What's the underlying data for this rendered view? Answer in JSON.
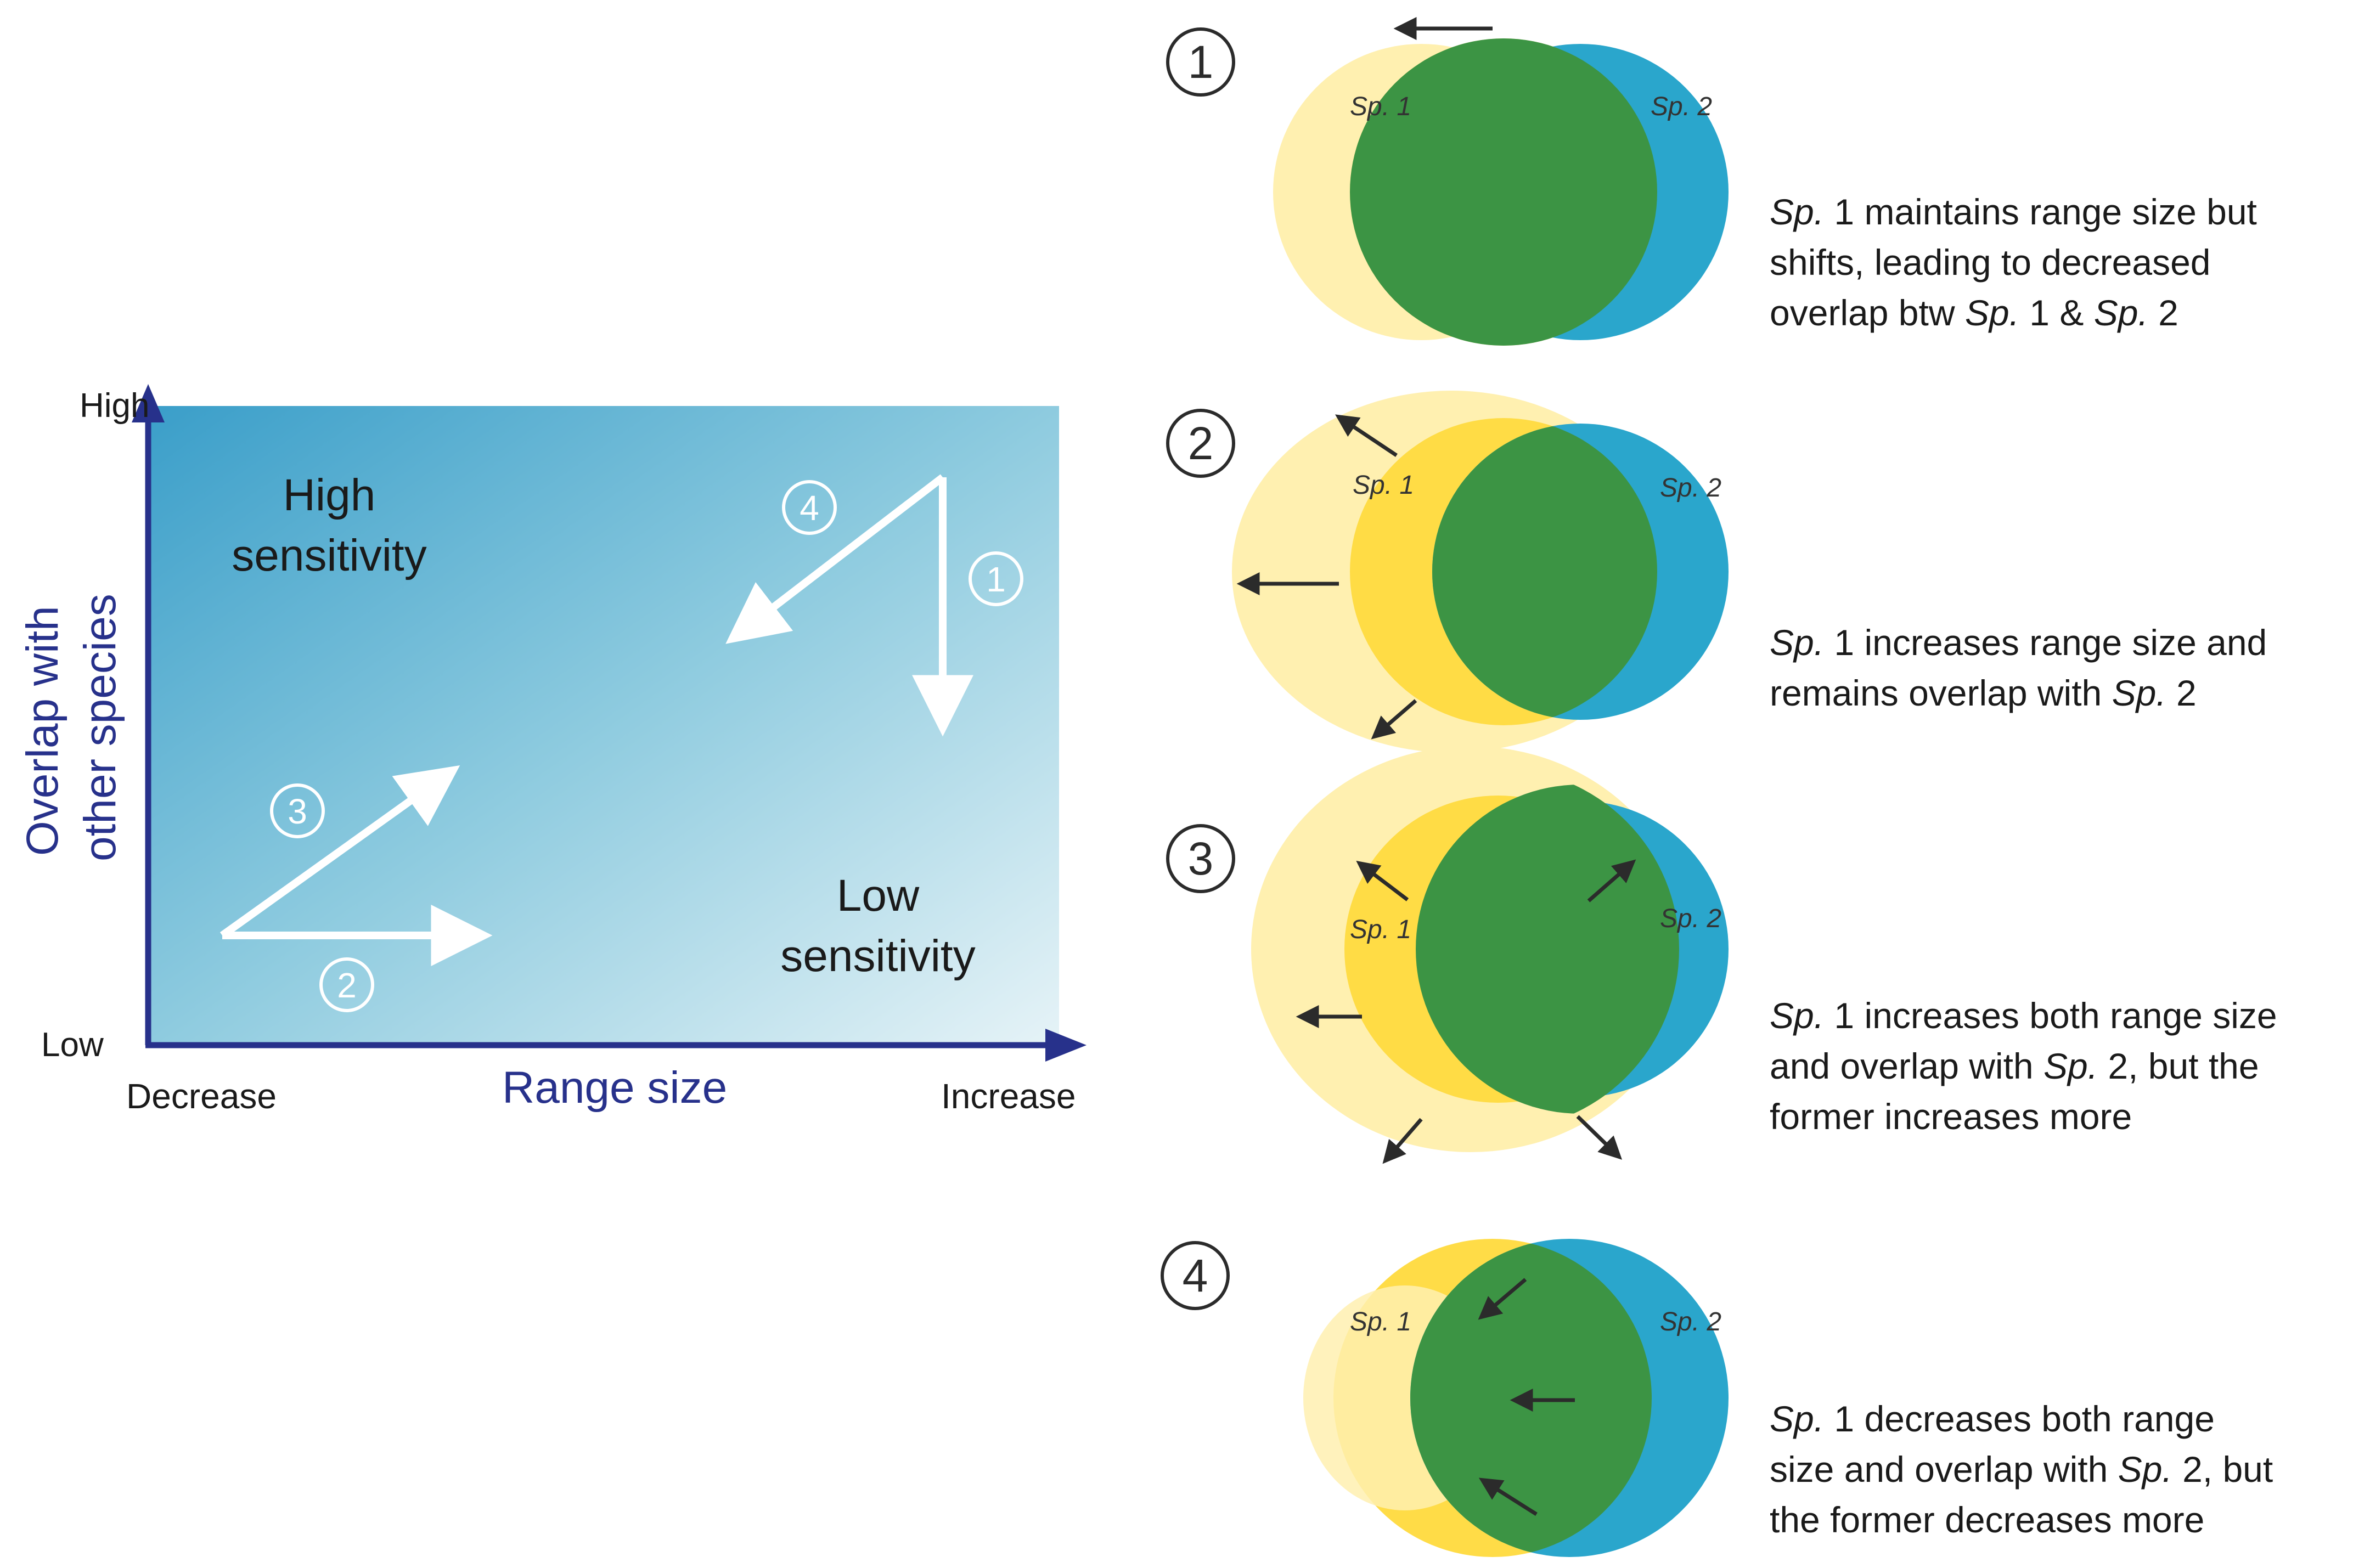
{
  "axes": {
    "x_label": "Range size",
    "y_label_line1": "Overlap with",
    "y_label_line2": "other species",
    "x_low": "Decrease",
    "x_high": "Increase",
    "y_high": "High",
    "y_low": "Low"
  },
  "regions": {
    "high_line1": "High",
    "high_line2": "sensitivity",
    "low_line1": "Low",
    "low_line2": "sensitivity"
  },
  "arrow_numbers": [
    "1",
    "2",
    "3",
    "4"
  ],
  "scenario_numbers": [
    "1",
    "2",
    "3",
    "4"
  ],
  "species": {
    "sp1": "Sp. 1",
    "sp2": "Sp. 2"
  },
  "captions": [
    {
      "lines": [
        [
          {
            "t": "Sp.",
            "i": true
          },
          {
            "t": " 1 maintains range size but"
          }
        ],
        [
          {
            "t": "shifts, leading to decreased"
          }
        ],
        [
          {
            "t": "overlap btw "
          },
          {
            "t": "Sp.",
            "i": true
          },
          {
            "t": " 1 & "
          },
          {
            "t": "Sp.",
            "i": true
          },
          {
            "t": " 2"
          }
        ]
      ]
    },
    {
      "lines": [
        [
          {
            "t": "Sp.",
            "i": true
          },
          {
            "t": " 1 increases range size and"
          }
        ],
        [
          {
            "t": "remains overlap with "
          },
          {
            "t": "Sp.",
            "i": true
          },
          {
            "t": " 2"
          }
        ]
      ]
    },
    {
      "lines": [
        [
          {
            "t": "Sp.",
            "i": true
          },
          {
            "t": " 1 increases both range size"
          }
        ],
        [
          {
            "t": "and overlap with "
          },
          {
            "t": "Sp.",
            "i": true
          },
          {
            "t": " 2, but the"
          }
        ],
        [
          {
            "t": "former increases more"
          }
        ]
      ]
    },
    {
      "lines": [
        [
          {
            "t": "Sp.",
            "i": true
          },
          {
            "t": " 1 decreases both range"
          }
        ],
        [
          {
            "t": "size and overlap with "
          },
          {
            "t": "Sp.",
            "i": true
          },
          {
            "t": " 2, but"
          }
        ],
        [
          {
            "t": "the former decreases more"
          }
        ]
      ]
    }
  ],
  "colors": {
    "axis": "#27318b",
    "gradient_dark": "#3a9ec9",
    "gradient_light": "#e6f3f7",
    "sp1_fill": "#ffd833",
    "sp1_faded": "#fff0b0",
    "sp2_fill": "#2aa6cc",
    "overlap": "#3c9444",
    "arrow": "#2b2b2b"
  }
}
